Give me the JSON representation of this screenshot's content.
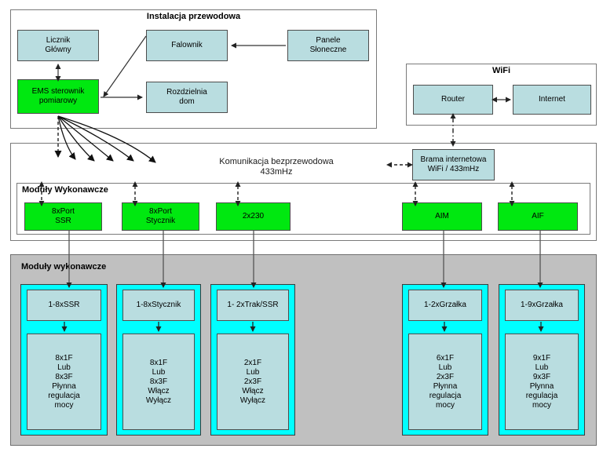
{
  "diagram": {
    "title": "Instalacja przewodowa",
    "sections": {
      "wired": {
        "title": "Instalacja przewodowa",
        "nodes": {
          "meter": "Licznik\nGłówny",
          "inverter": "Falownik",
          "panels": "Panele\nSłoneczne",
          "ems": "EMS sterownik\npomiarowy",
          "switchboard": "Rozdzielnia\ndom"
        }
      },
      "wifi": {
        "title": "WiFi",
        "nodes": {
          "router": "Router",
          "internet": "Internet"
        }
      },
      "wireless": {
        "label": "Komunikacja bezprzewodowa\n433mHz",
        "gateway": "Brama internetowa\nWiFi / 433mHz",
        "modules_title": "Moduły Wykonawcze",
        "modules": [
          {
            "label": "8xPort\nSSR"
          },
          {
            "label": "8xPort\nStycznik"
          },
          {
            "label": "2x230"
          },
          {
            "label": "AIM"
          },
          {
            "label": "AIF"
          }
        ]
      },
      "executive": {
        "title": "Moduły wykonawcze",
        "units": [
          {
            "head": "1-8xSSR",
            "body": "8x1F\nLub\n8x3F\nPłynna\nregulacja\nmocy"
          },
          {
            "head": "1-8xStycznik",
            "body": "8x1F\nLub\n8x3F\nWłącz\nWyłącz"
          },
          {
            "head": "1- 2xTrak/SSR",
            "body": "2x1F\nLub\n2x3F\nWłącz\nWyłącz"
          },
          {
            "head": "1-2xGrzałka",
            "body": "6x1F\nLub\n2x3F\nPłynna\nregulacja\nmocy"
          },
          {
            "head": "1-9xGrzałka",
            "body": "9x1F\nLub\n9x3F\nPłynna\nregulacja\nmocy"
          }
        ]
      }
    },
    "colors": {
      "node_blue": "#b9dde0",
      "node_green": "#00e810",
      "cyan": "#00ffff",
      "gray_panel": "#c0c0c0",
      "border": "#4d4d4d",
      "line": "#333333"
    }
  }
}
